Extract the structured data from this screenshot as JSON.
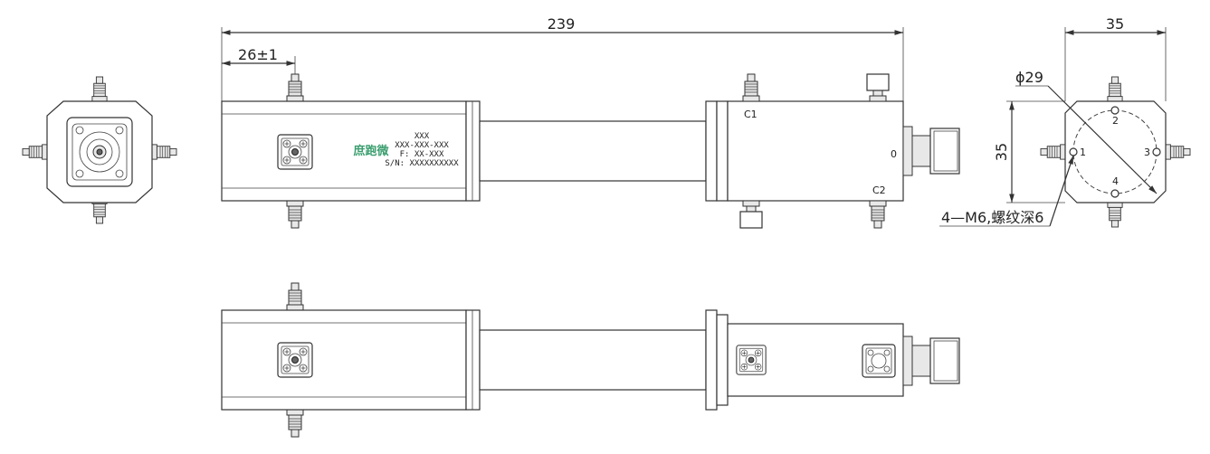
{
  "dimensions": {
    "overall_length": "239",
    "offset": "26±1",
    "end_width": "35",
    "end_height": "35",
    "bolt_circle": "ϕ29",
    "thread_note": "4—M6,螺纹深6"
  },
  "port_labels": {
    "c1": "C1",
    "c2": "C2",
    "o": "0",
    "hole1": "1",
    "hole2": "2",
    "hole3": "3",
    "hole4": "4"
  },
  "nameplate": {
    "logo": "庶跑微",
    "line1": "XXX",
    "line2": "XXX-XXX-XXX",
    "line3": "F: XX-XXX",
    "line4": "S/N: XXXXXXXXXX"
  },
  "colors": {
    "logo": "#3a9e6e",
    "outline": "#333333"
  }
}
